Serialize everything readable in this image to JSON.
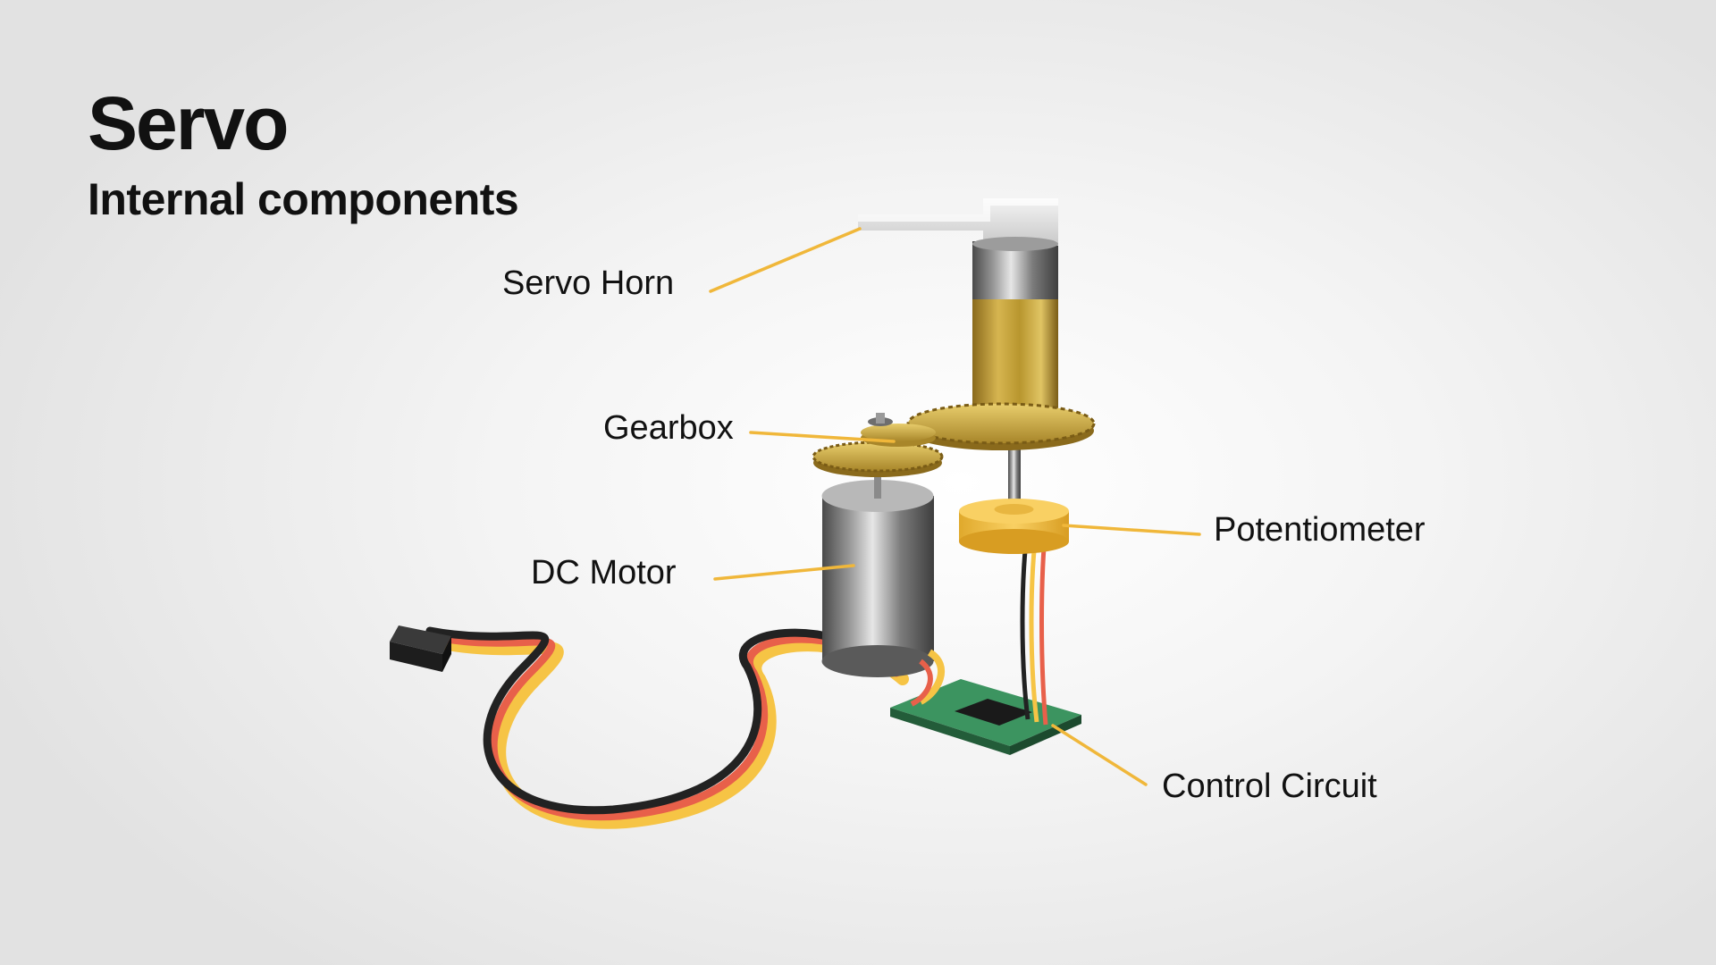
{
  "title": "Servo",
  "subtitle": "Internal components",
  "labels": {
    "servo_horn": "Servo Horn",
    "gearbox": "Gearbox",
    "dc_motor": "DC Motor",
    "potentiometer": "Potentiometer",
    "control_circuit": "Control Circuit"
  },
  "colors": {
    "leader_line": "#f0b73a",
    "brass": "#c9a53c",
    "potentiometer": "#f6c445",
    "pcb": "#2f7d4c",
    "wire_black": "#222222",
    "wire_red": "#e8604a",
    "wire_yellow": "#f6c445"
  }
}
